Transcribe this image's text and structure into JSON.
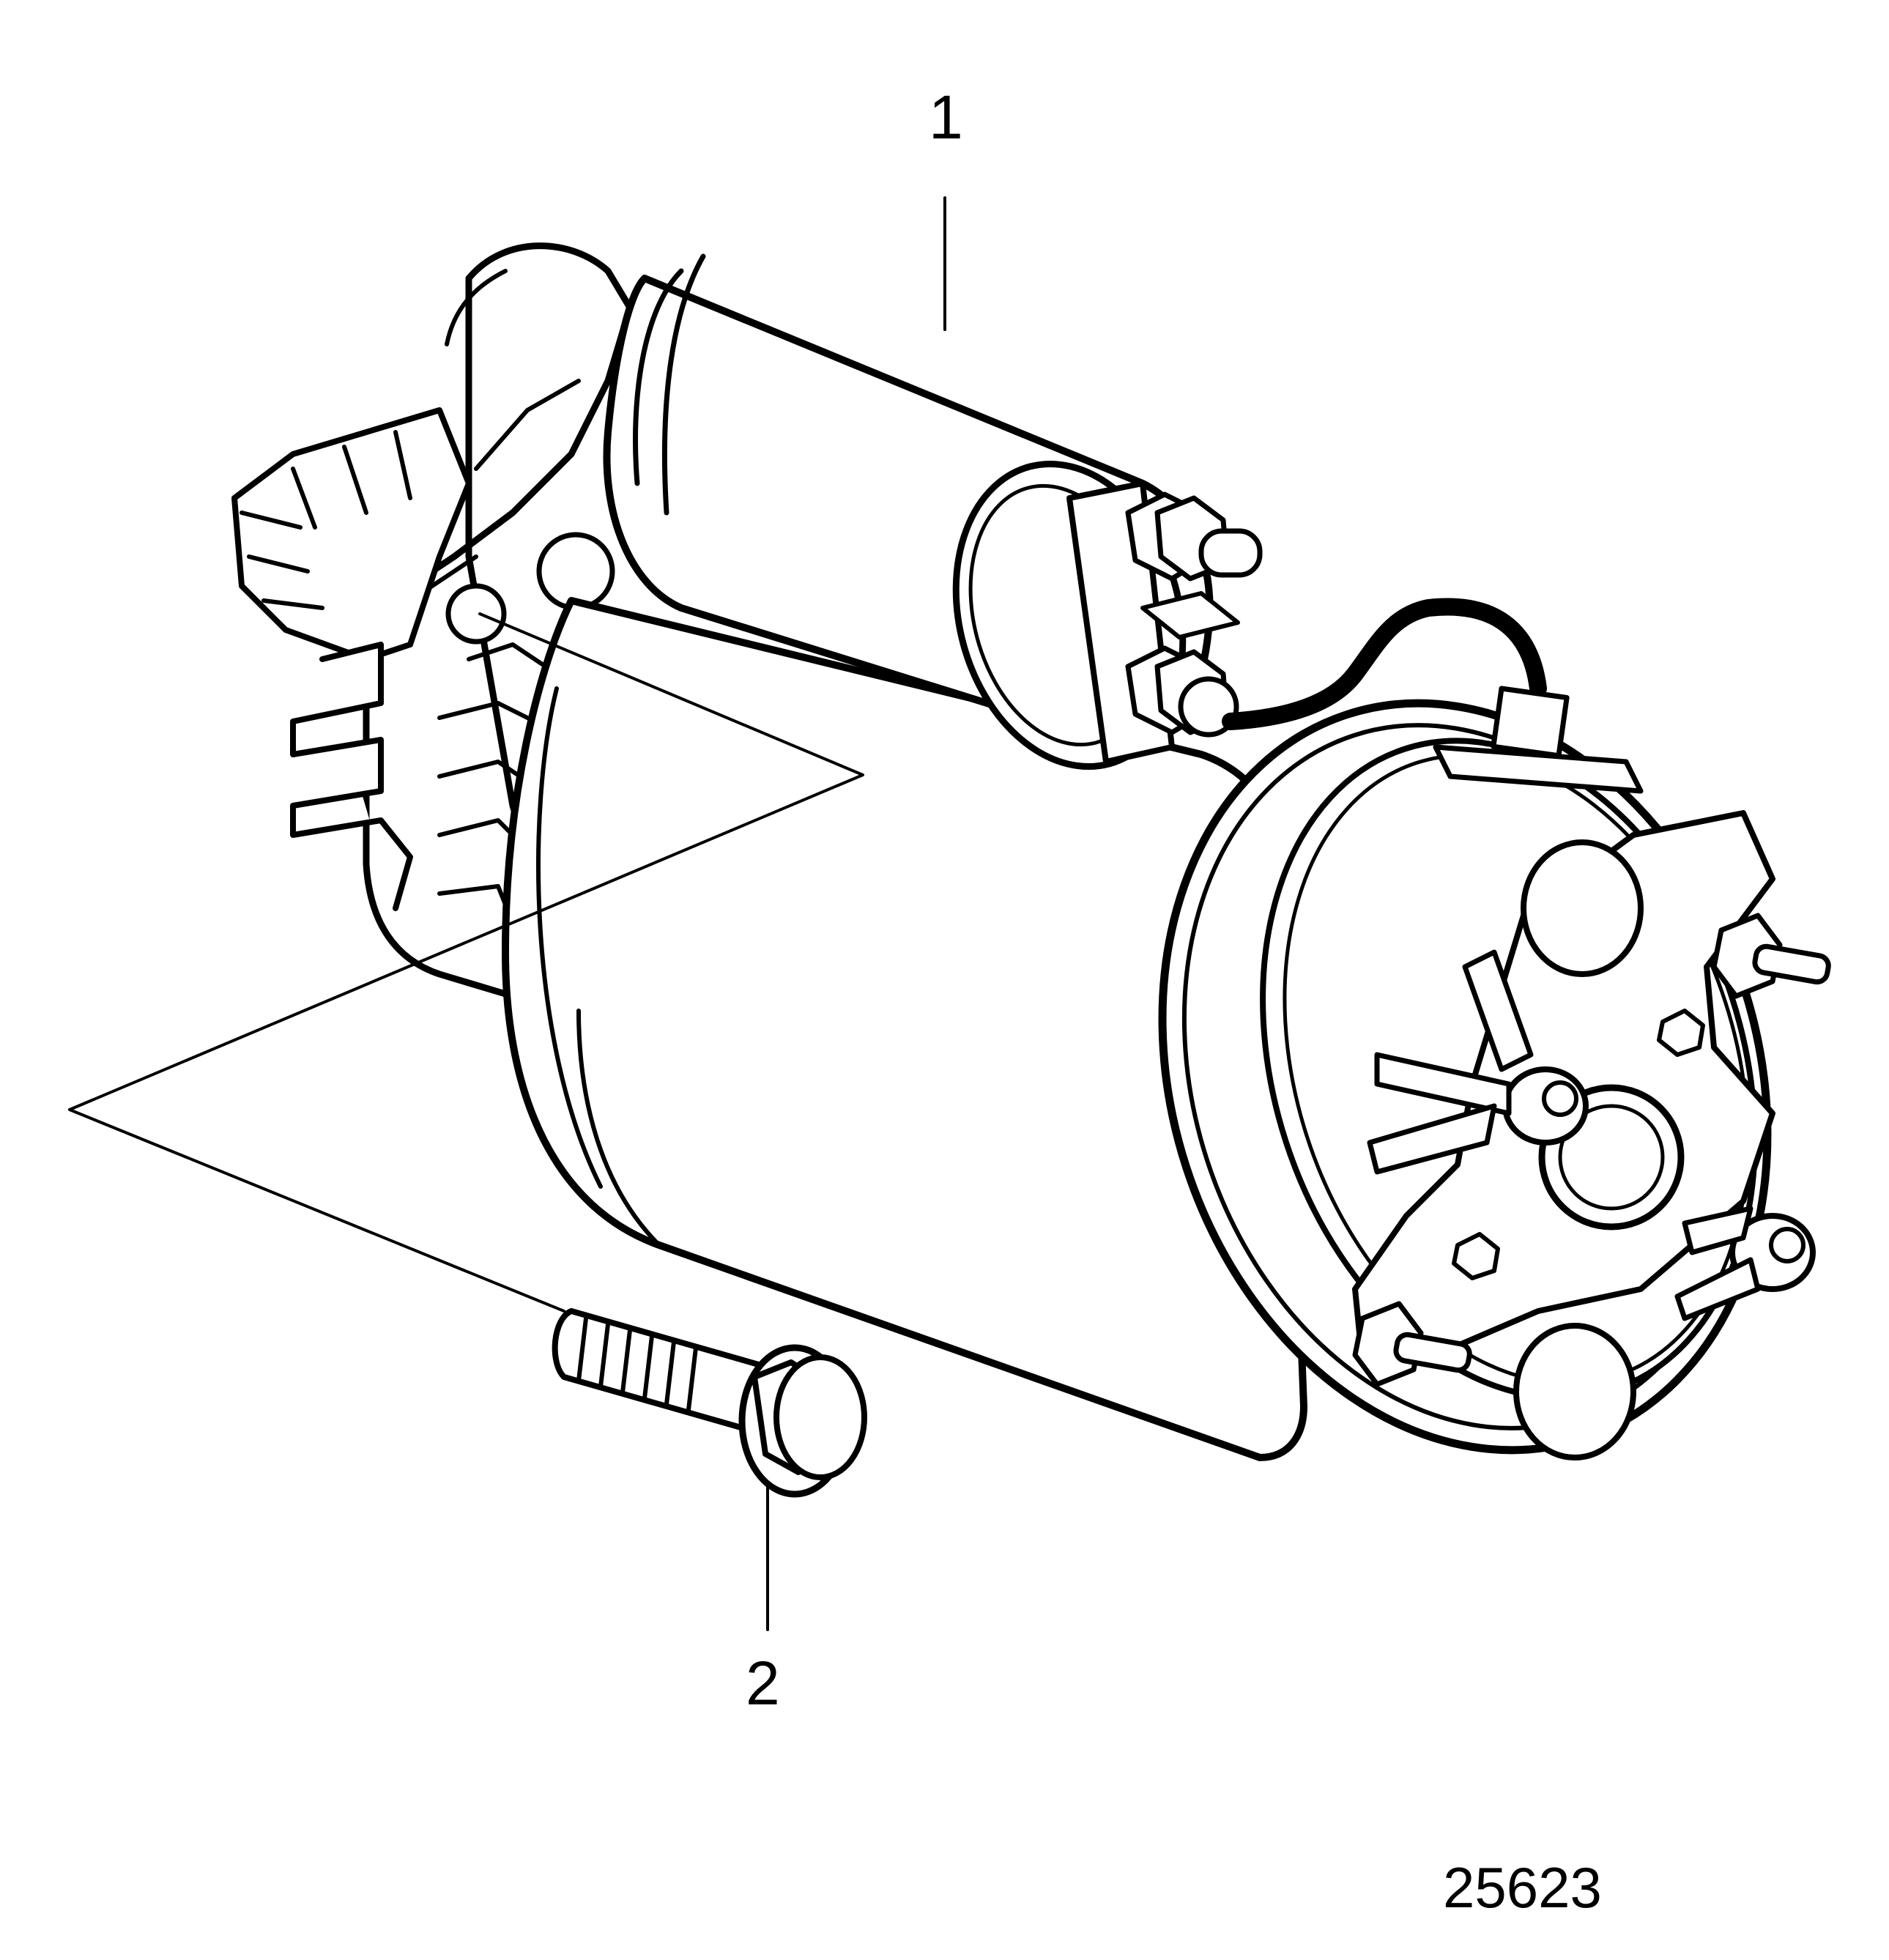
{
  "callouts": [
    {
      "label": "1"
    },
    {
      "label": "2"
    }
  ],
  "figure_id": "25623",
  "colors": {
    "line": "#000000",
    "background": "#ffffff"
  }
}
